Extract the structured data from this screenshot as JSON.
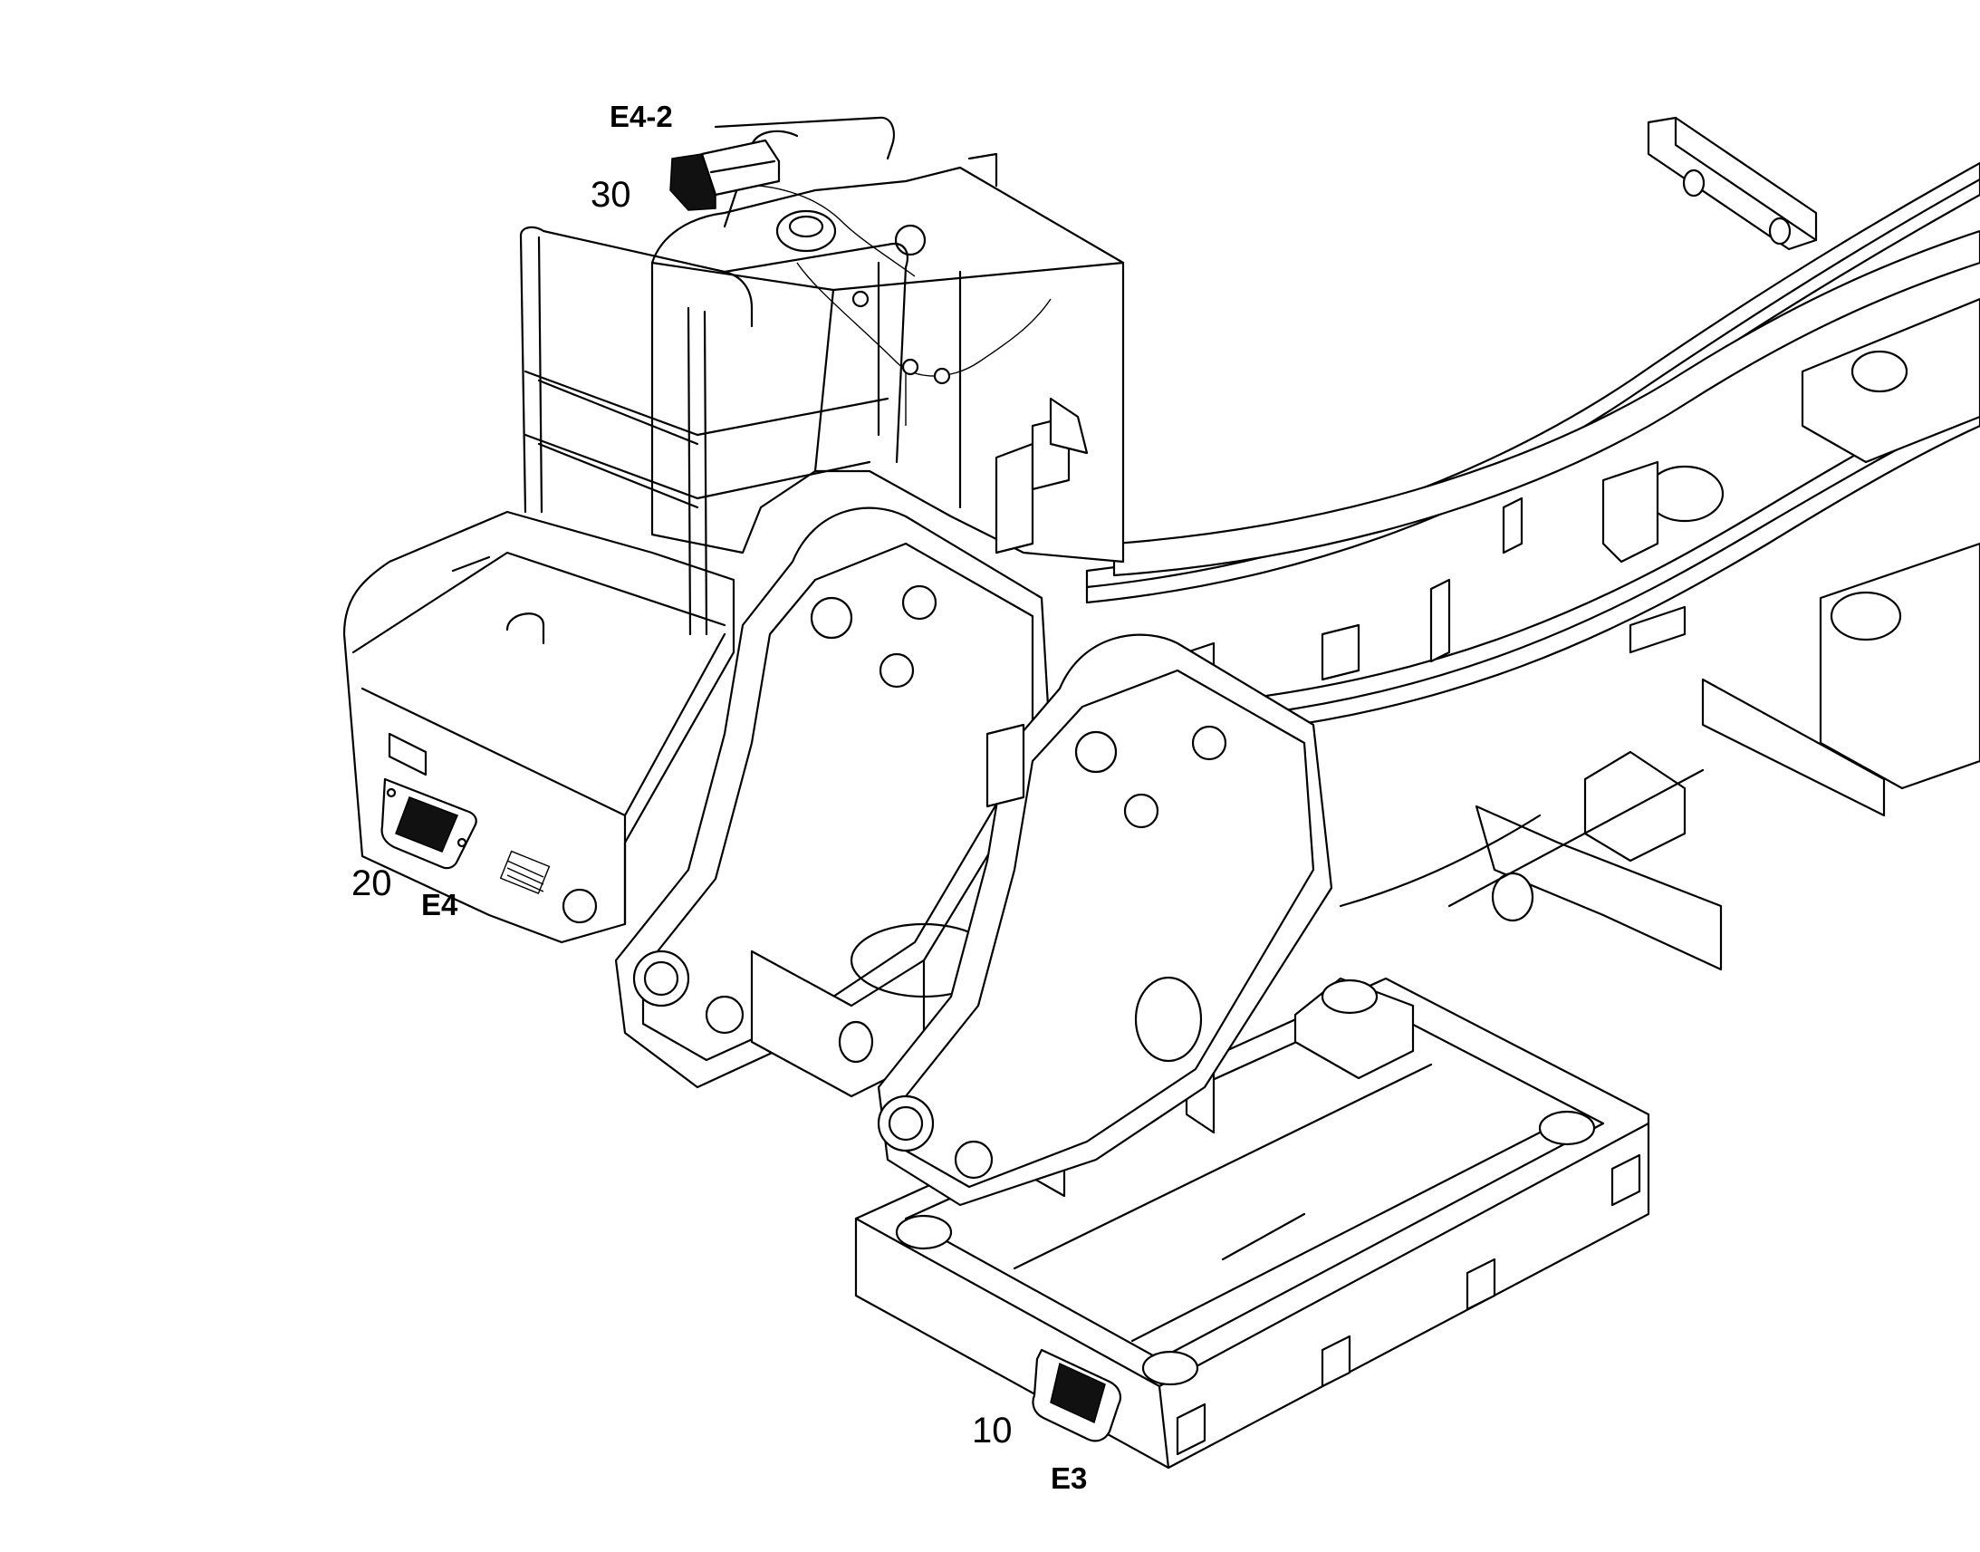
{
  "callouts": {
    "item_30": "30",
    "code_e4_2": "E4-2",
    "item_20": "20",
    "code_e4": "E4",
    "item_10": "10",
    "code_e3": "E3"
  },
  "components": {
    "work_light_top": "work light (item 30)",
    "work_light_left": "work light (item 20)",
    "work_light_bottom": "work light (item 10)"
  }
}
